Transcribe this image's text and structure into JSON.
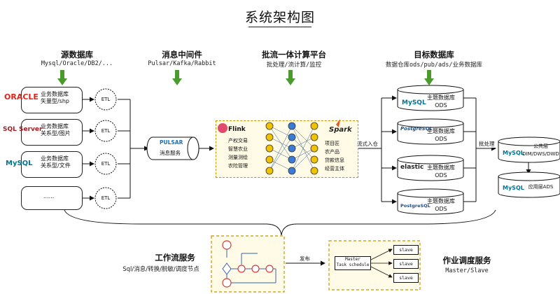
{
  "title": "系统架构图",
  "sections": {
    "source": {
      "title": "源数据库",
      "subtitle": "Mysql/Oracle/DB2/..."
    },
    "mq": {
      "title": "消息中间件",
      "subtitle": "Pulsar/Kafka/Rabbit"
    },
    "compute": {
      "title": "批流一体计算平台",
      "subtitle": "批处理/流计算/监控"
    },
    "target": {
      "title": "目标数据库",
      "subtitle": "数据仓库ods/pub/ads/业务数据库"
    },
    "workflow": {
      "title": "工作流服务",
      "subtitle": "Sql/消息/转换/脱敏/调度节点"
    },
    "scheduler": {
      "title": "作业调度服务",
      "subtitle": "Master/Slave"
    }
  },
  "sources": [
    {
      "logo": "ORACLE",
      "text": "业务数据库\n矢量型/shp",
      "logo_color": "#e2231a"
    },
    {
      "logo": "SQL Server",
      "text": "业务数据库\n关系型/图片",
      "logo_color": "#a91d22"
    },
    {
      "logo": "MySQL",
      "text": "业务数据库\n关系型/文件",
      "logo_color": "#00758f"
    },
    {
      "logo": "",
      "text": "......",
      "logo_color": "#000000"
    }
  ],
  "etl_label": "ETL",
  "pulsar": {
    "logo": "PULSAR",
    "label": "消息服务"
  },
  "flink": {
    "logo": "Flink",
    "left_list": "产权交易\n智慧农业\n测量测绘\n农险管理"
  },
  "spark": {
    "logo": "Spark",
    "right_list": "项目匠\n农产品\n贷款信息\n经营主体"
  },
  "stream_label": "流式入仓",
  "batch_label": "批处理",
  "targets": [
    {
      "logo": "MySQL",
      "text": "主题数据库\nODS"
    },
    {
      "logo": "PostgreSQL",
      "text": "主题数据库\nODS"
    },
    {
      "logo": "elastic",
      "text": "主题数据库\nODS"
    },
    {
      "logo": "PostgreSQL",
      "text": "主题数据库\nODS"
    }
  ],
  "warehouse": [
    {
      "logo": "MySQL",
      "text": "公共层\nDIM/DWS/DWD"
    },
    {
      "logo": "MySQL",
      "text": "应用层ADS"
    }
  ],
  "publish_label": "发布",
  "master": {
    "text": "Master\nTask schedule"
  },
  "slaves": [
    "slave",
    "slave",
    "slave"
  ],
  "colors": {
    "arrow": "#4a9a2e",
    "dash": "#c89500",
    "workflow_node": "#d83a3a"
  }
}
